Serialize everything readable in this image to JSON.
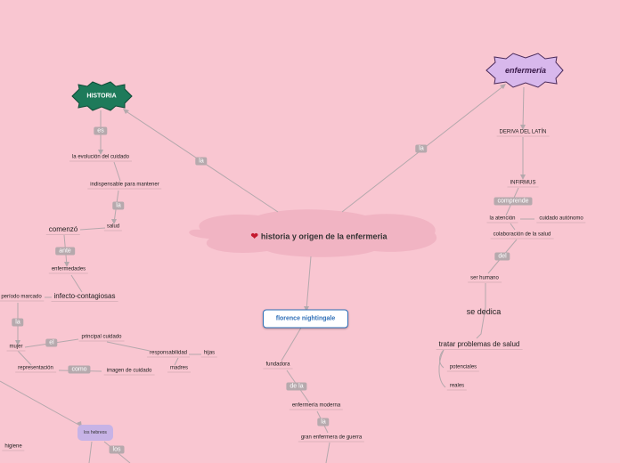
{
  "central": {
    "title": "historia y origen de la enfermeria"
  },
  "historia": {
    "title": "HISTORIA",
    "color": "#1e7a5a"
  },
  "enfermeria": {
    "title": "enfermería",
    "color": "#d8b8ec"
  },
  "florence": {
    "title": "florence nightingale"
  },
  "hebreos": {
    "title": "los hebreos"
  },
  "labels": {
    "la_left": "la",
    "la_right": "la",
    "es": "es",
    "la1": "la",
    "ante": "ante",
    "la2": "la",
    "el": "el",
    "como": "como",
    "los": "los",
    "comprende": "comprende",
    "del": "del",
    "de_la": "de la",
    "la3": "la"
  },
  "nodes": {
    "evolucion": "la evolución del cuidado",
    "indispensable": "indispensable para mantener",
    "salud": "salud",
    "comenzo": "comenzó",
    "enfermedades": "enfermedades",
    "infecto": "infecto-contagiosas",
    "periodo": "período marcado",
    "mujer": "mujer",
    "principal_cuidado": "principal cuidado",
    "representacion": "representación",
    "responsabilidad": "responsabilidad",
    "hijas": "hijas",
    "madres": "madres",
    "imagen": "imagen de cuidado",
    "higiene": "higiene",
    "deriva": "DERIVA DEL LATÍN",
    "infirmus": "INFIRMUS",
    "atencion": "la atención",
    "cuidado_autonomo": "cuidado autónomo",
    "colaboracion": "colaboración de la salud",
    "ser_humano": "ser humano",
    "se_dedica": "se dedica",
    "tratar": "tratar problemas de salud",
    "potenciales": "potenciales",
    "reales": "reales",
    "fundadora": "fundadora",
    "moderna": "enfermería moderna",
    "guerra": "gran enfermera de guerra"
  }
}
